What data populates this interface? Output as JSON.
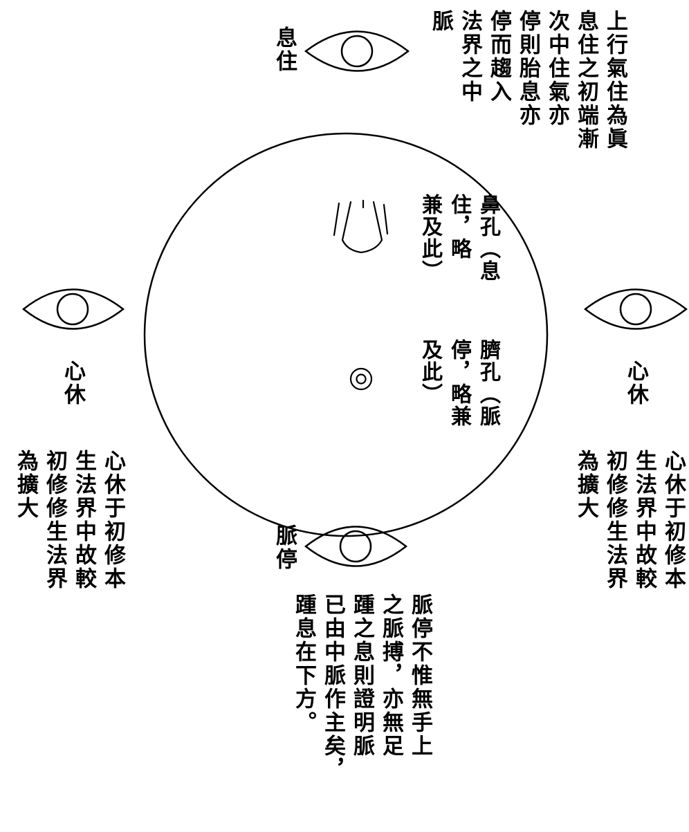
{
  "labels": {
    "top": "息住",
    "left": "心休",
    "right": "心休",
    "bottom": "脈停"
  },
  "texts": {
    "top_description": "上行氣住為眞\n息住之初端漸\n次中住氣亦\n停則胎息亦\n停而趨入\n法界之中\n脈",
    "nose_note": "鼻孔︵息\n住，略\n兼及此︶",
    "navel_note": "臍孔︵脈\n停，略兼\n及此︶",
    "left_description": "心休于初修本\n生法界中故較\n初修修生法界\n為擴大",
    "right_description": "心休于初修本\n生法界中故較\n初修修生法界\n為擴大",
    "bottom_description": "脈停不惟無手上\n之脈搏，亦無足\n踵之息則證明脈\n已由中脈作主矣，\n踵息在下方。"
  },
  "icons": [
    "eye-icon-top",
    "eye-icon-left",
    "eye-icon-right",
    "eye-icon-bottom",
    "nose-icon",
    "navel-icon"
  ],
  "colors": {
    "line": "#000000",
    "background": "#ffffff"
  }
}
